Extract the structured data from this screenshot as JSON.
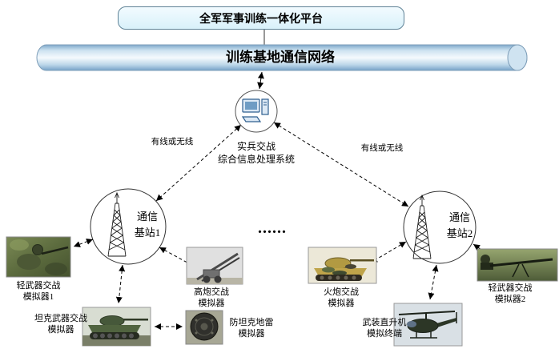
{
  "platform": {
    "label": "全军军事训练一体化平台"
  },
  "network": {
    "label": "训练基地通信网络"
  },
  "system": {
    "label": "实兵交战\n综合信息处理系统"
  },
  "links": {
    "left": "有线或无线",
    "right": "有线或无线"
  },
  "stations": {
    "s1": "通信\n基站1",
    "s2": "通信\n基站2"
  },
  "ellipsis": "......",
  "simulators": {
    "light1": "轻武器交战\n模拟器1",
    "aa": "高炮交战\n模拟器",
    "tank": "坦克武器交战\n模拟器",
    "mine": "防坦克地雷\n模拟器",
    "artillery": "火炮交战\n模拟器",
    "helicopter": "武装直升机\n模拟终端",
    "light2": "轻武器交战\n模拟器2"
  },
  "icons": {
    "system": "desktop-computer-icon",
    "station": "lattice-tower-icon"
  },
  "colors": {
    "platform_fill": "#d9f1fa",
    "cylinder_blue": "#9cc3de",
    "line": "#000000"
  }
}
